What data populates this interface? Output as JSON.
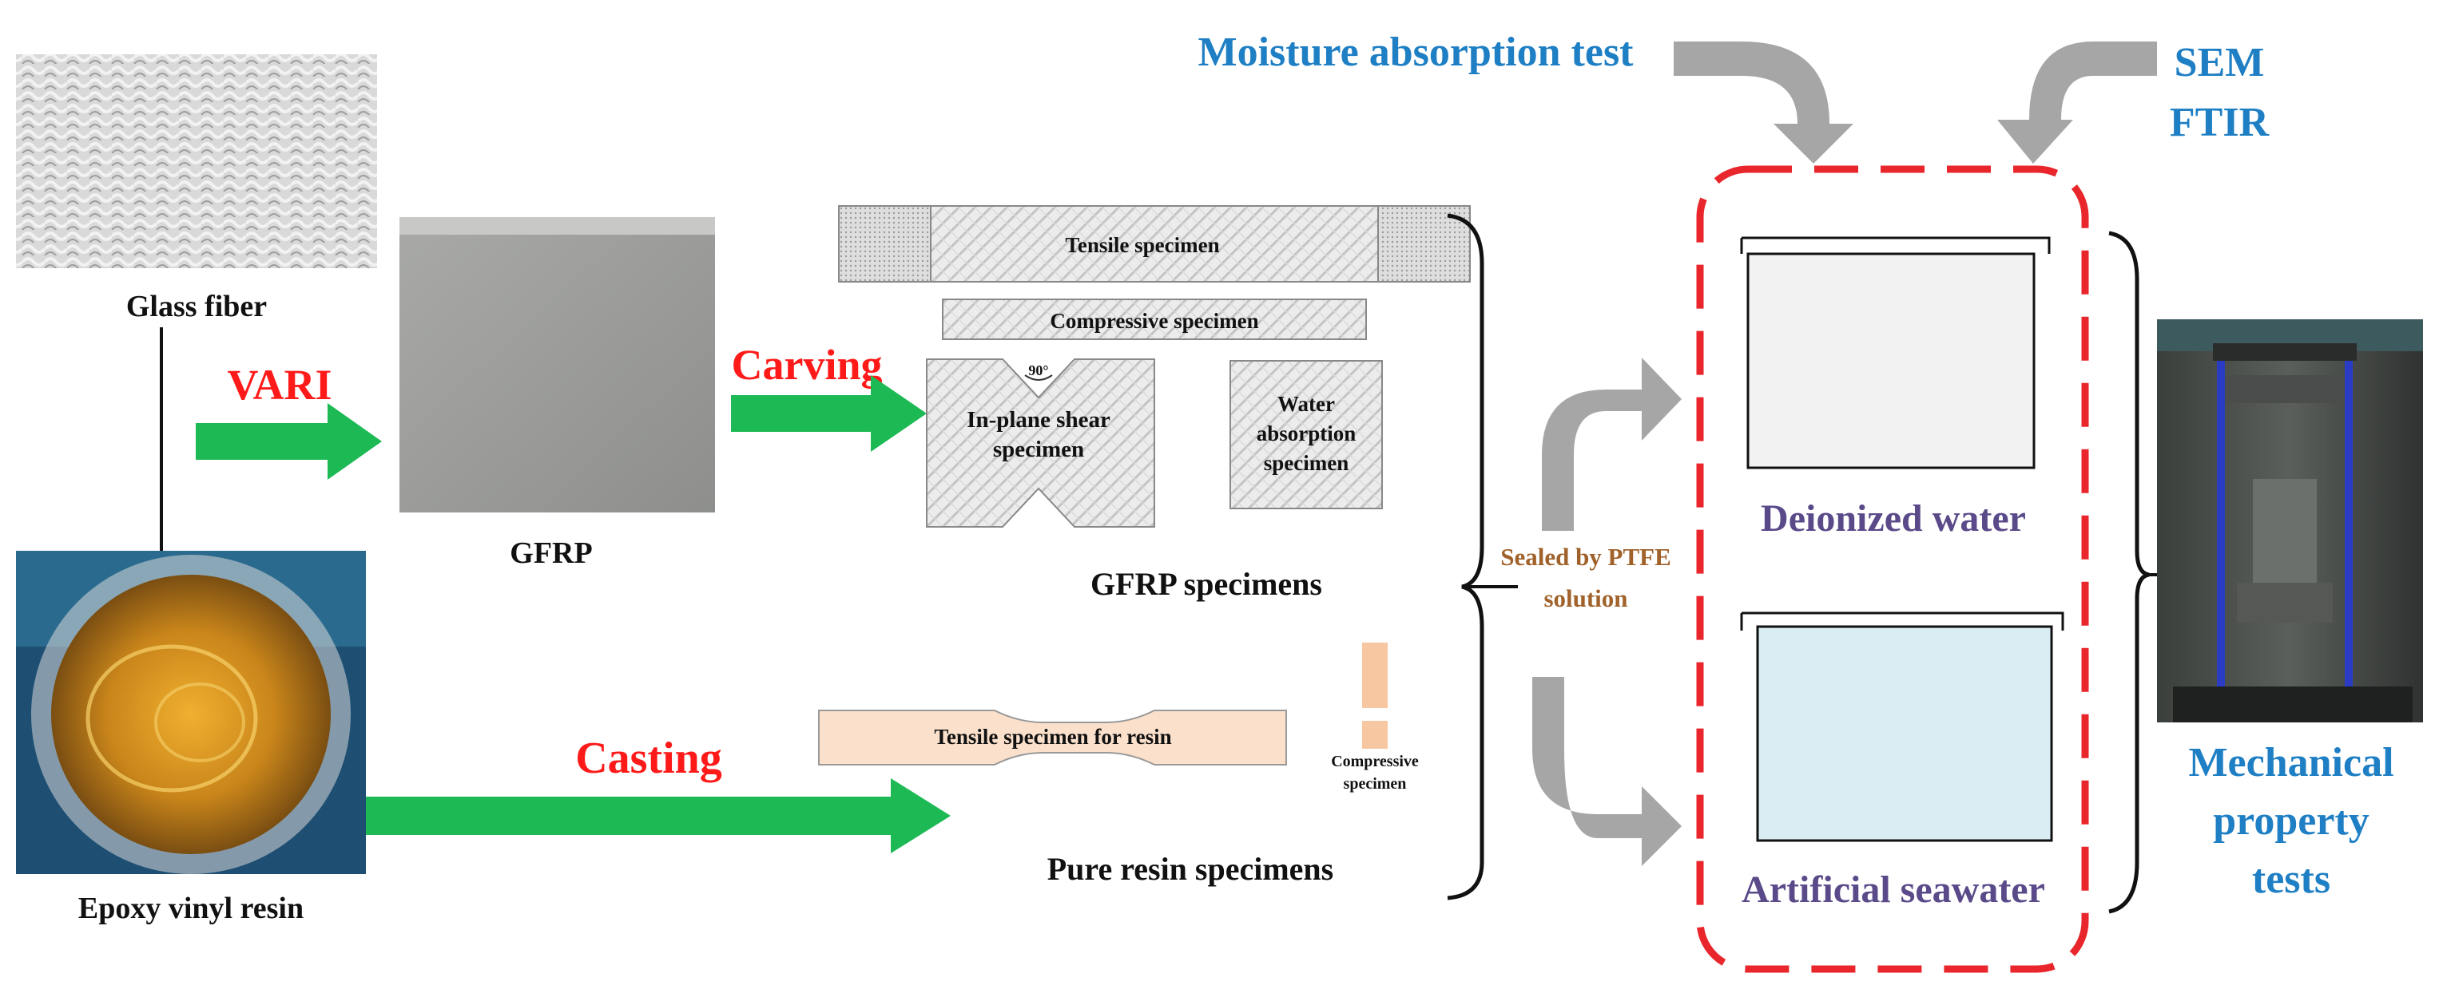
{
  "labels": {
    "glass_fiber": "Glass fiber",
    "gfrp": "GFRP",
    "epoxy_resin": "Epoxy vinyl resin",
    "gfrp_specimens": "GFRP specimens",
    "pure_resin_specimens": "Pure resin specimens"
  },
  "processes": {
    "vari": "VARI",
    "carving": "Carving",
    "casting": "Casting"
  },
  "specimens": {
    "tensile": "Tensile specimen",
    "compressive": "Compressive specimen",
    "shear_line1": "In-plane shear",
    "shear_line2": "specimen",
    "shear_angle": "90°",
    "water_line1": "Water",
    "water_line2": "absorption",
    "water_line3": "specimen",
    "resin_tensile": "Tensile specimen for resin",
    "resin_comp_line1": "Compressive",
    "resin_comp_line2": "specimen"
  },
  "sealing": {
    "line1": "Sealed by PTFE",
    "line2": "solution"
  },
  "tests": {
    "moisture": "Moisture absorption test",
    "sem": "SEM",
    "ftir": "FTIR",
    "mech_line1": "Mechanical",
    "mech_line2": "property",
    "mech_line3": "tests"
  },
  "environments": {
    "deionized": "Deionized water",
    "seawater": "Artificial seawater"
  },
  "colors": {
    "process_red": "#ff1a1a",
    "arrow_green": "#1db954",
    "test_blue": "#1f7fc4",
    "env_purple": "#5a4a8a",
    "seal_brown": "#a0622a",
    "dashed_red": "#e8262b",
    "grey_arrow": "#a6a6a6"
  }
}
